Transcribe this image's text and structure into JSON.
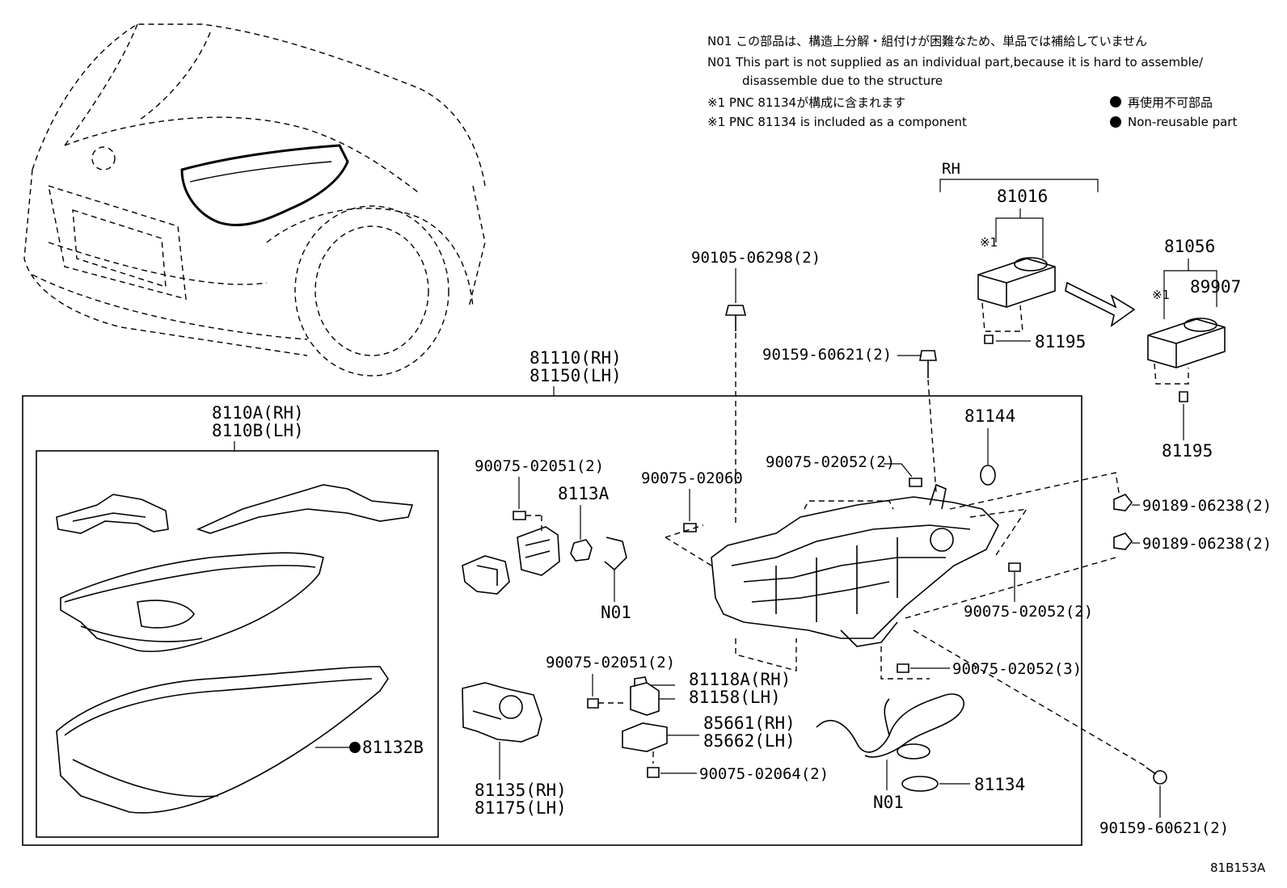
{
  "notes": {
    "n01_jp": "N01  この部品は、構造上分解・組付けが困難なため、単品では補給していません",
    "n01_en_1": "N01  This part is not supplied as an individual part,because it is hard to assemble/",
    "n01_en_2": "disassemble due to the structure",
    "ref1_jp": "※1 PNC 81134が構成に含まれます",
    "ref1_en": "※1 PNC 81134 is included as a component",
    "legend_jp": "再使用不可部品",
    "legend_en": "Non-reusable part"
  },
  "labels": {
    "rh_bracket": "RH",
    "p81016": "81016",
    "ref_mark_a": "※1",
    "p81195_a": "81195",
    "p81056": "81056",
    "ref_mark_b": "※1",
    "p89907": "89907",
    "p81195_b": "81195",
    "p90105": "90105-06298(2)",
    "p90159_top": "90159-60621(2)",
    "p81110": "81110(RH)",
    "p81150": "81150(LH)",
    "p8110A": "8110A(RH)",
    "p8110B": "8110B(LH)",
    "p90075_02051_a": "90075-02051(2)",
    "p8113A": "8113A",
    "n01_a": "N01",
    "p90075_02060": "90075-02060",
    "p90075_02052_a": "90075-02052(2)",
    "p81144": "81144",
    "p90189_a": "90189-06238(2)",
    "p90189_b": "90189-06238(2)",
    "p90075_02052_b": "90075-02052(2)",
    "p90075_02052_c": "90075-02052(3)",
    "p90075_02051_b": "90075-02051(2)",
    "p81118A": "81118A(RH)",
    "p81158": "81158(LH)",
    "p85661": "85661(RH)",
    "p85662": "85662(LH)",
    "p90075_02064": "90075-02064(2)",
    "p81132B": "81132B",
    "p81135": "81135(RH)",
    "p81175": "81175(LH)",
    "n01_b": "N01",
    "p81134": "81134",
    "p90159_bottom": "90159-60621(2)",
    "drawing_code": "81B153A"
  }
}
